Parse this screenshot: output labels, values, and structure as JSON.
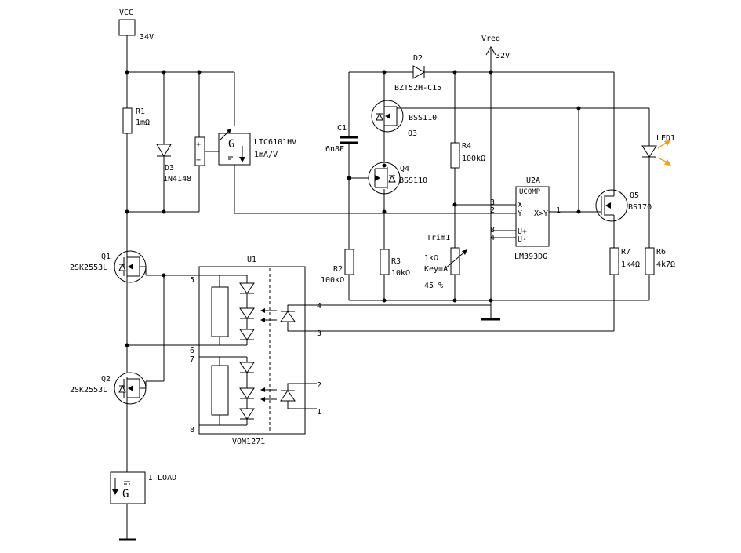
{
  "labels": {
    "vcc": "VCC",
    "vcc_value": "34V",
    "vreg": "Vreg",
    "vreg_value": "32V",
    "r1": "R1",
    "r1_value": "1mΩ",
    "d3": "D3",
    "d3_value": "1N4148",
    "ltc": "LTC6101HV",
    "ltc_value": "1mA/V",
    "g_symbol": "G",
    "c1": "C1",
    "c1_value": "6n8F",
    "d2": "D2",
    "d2_value": "BZT52H-C15",
    "q3": "Q3",
    "q3_value": "BSS110",
    "q4": "Q4",
    "q4_value": "BSS110",
    "r4": "R4",
    "r4_value": "100kΩ",
    "u2a": "U2A",
    "u2a_type": "UCOMP",
    "u2a_part": "LM393DG",
    "u2a_out": "X>Y",
    "pin_x": "X",
    "pin_y": "Y",
    "pin_up": "U+",
    "pin_um": "U-",
    "pin3": "3",
    "pin2": "2",
    "pin8": "8",
    "pin4": "4",
    "pin1": "1",
    "q5": "Q5",
    "q5_value": "BS170",
    "led1": "LED1",
    "r2": "R2",
    "r2_value": "100kΩ",
    "r3": "R3",
    "r3_value": "10kΩ",
    "trim1": "Trim1",
    "trim1_value": "1kΩ",
    "trim1_key": "Key=A",
    "trim1_pos": "45 %",
    "r7": "R7",
    "r7_value": "1k4Ω",
    "r6": "R6",
    "r6_value": "4k7Ω",
    "q1": "Q1",
    "q1_value": "2SK2553L",
    "q2": "Q2",
    "q2_value": "2SK2553L",
    "u1": "U1",
    "u1_part": "VOM1271",
    "u1_p5": "5",
    "u1_p6": "6",
    "u1_p7": "7",
    "u1_p8": "8",
    "u1_p4": "4",
    "u1_p3": "3",
    "u1_p2": "2",
    "u1_p1": "1",
    "iload": "I_LOAD",
    "plus": "+",
    "minus": "−"
  },
  "colors": {
    "wire": "#000000",
    "led_arrow": "#f0a020"
  }
}
